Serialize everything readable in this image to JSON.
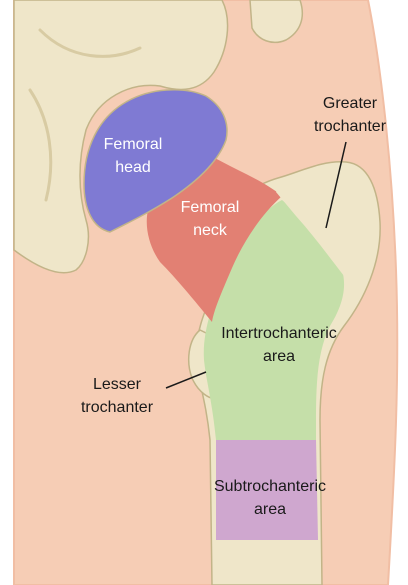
{
  "labels": {
    "femoral_head": [
      "Femoral",
      "head"
    ],
    "femoral_neck": [
      "Femoral",
      "neck"
    ],
    "greater_trochanter": [
      "Greater",
      "trochanter"
    ],
    "intertrochanteric_area": [
      "Intertrochanteric",
      "area"
    ],
    "lesser_trochanter": [
      "Lesser",
      "trochanter"
    ],
    "subtrochanteric_area": [
      "Subtrochanteric",
      "area"
    ]
  },
  "colors": {
    "background": "#ffffff",
    "skin": "#f6cdb5",
    "skin_edge": "#f1bea4",
    "bone": "#efe6c9",
    "bone_shadow": "#d8cba3",
    "bone_outline": "#c2b488",
    "femoral_head": "#7f7ad3",
    "femoral_neck": "#e28073",
    "intertrochanteric": "#c5dfa9",
    "subtrochanteric": "#cfa7cf",
    "text_dark": "#1a1a1a",
    "text_light": "#ffffff"
  }
}
